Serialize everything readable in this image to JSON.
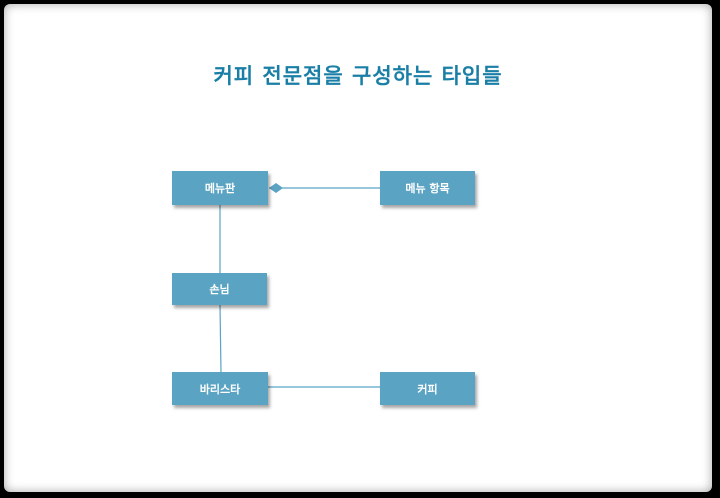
{
  "title": "커피 전문점을 구성하는 타입들",
  "colors": {
    "title": "#1a7fa6",
    "box_fill": "#5aa3c3",
    "connector": "#5aa3c3"
  },
  "nodes": {
    "menu_board": "메뉴판",
    "menu_item": "메뉴 항목",
    "customer": "손님",
    "barista": "바리스타",
    "coffee": "커피"
  },
  "edges": [
    {
      "from": "menu_board",
      "to": "menu_item",
      "style": "composition"
    },
    {
      "from": "menu_board",
      "to": "customer",
      "style": "association"
    },
    {
      "from": "customer",
      "to": "barista",
      "style": "association"
    },
    {
      "from": "barista",
      "to": "coffee",
      "style": "association"
    }
  ]
}
